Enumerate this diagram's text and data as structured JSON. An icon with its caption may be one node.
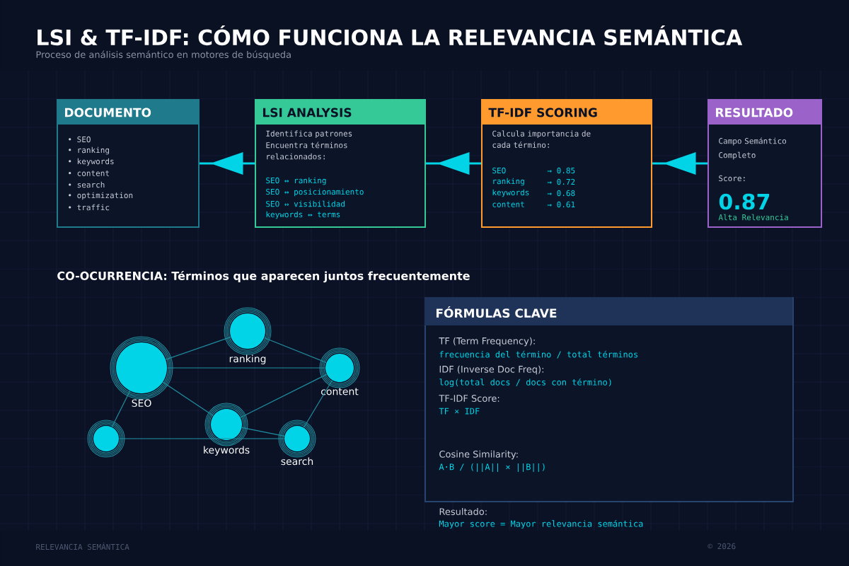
{
  "diagram": {
    "title": "LSI & TF-IDF: CÓMO FUNCIONA LA RELEVANCIA SEMÁNTICA",
    "nodes": [
      {
        "text": [
          "DOCUMENTO",
          "• SEO",
          "• ranking",
          "• keywords",
          "• content",
          "• search",
          "• optimization",
          "• traffic"
        ]
      },
      {
        "text": [
          "LSI ANALYSIS",
          "Identifica patrones",
          "Encuentra términos relacionados:",
          "SEO ↔ ranking",
          "SEO ↔ posicionamiento",
          "SEO ↔ visibilidad",
          "keywords ↔ terms"
        ]
      },
      {
        "text": [
          "TF-IDF SCORING",
          "Calcula importancia de cada término:",
          "SEO",
          "→ 0.85",
          "ranking",
          "→ 0.72",
          "keywords",
          "→ 0.68",
          "content",
          "→ 0.61"
        ]
      },
      {
        "text": [
          "RESULTADO",
          "Campo Semántico Completo",
          "Score:",
          "0.87",
          "Alta Relevancia"
        ]
      },
      {
        "text": [
          "SEO"
        ]
      },
      {
        "text": [
          "ranking"
        ]
      },
      {
        "text": [
          "content"
        ]
      },
      {
        "text": [
          "keywords"
        ]
      },
      {
        "text": [
          "search"
        ]
      },
      {
        "text": [],
        "shape": "circle"
      },
      {
        "text": [
          "FÓRMULAS CLAVE",
          "TF (Term Frequency):",
          "frecuencia del término / total términos",
          "IDF (Inverse Doc Freq):",
          "log(total docs / docs con término)",
          "TF-IDF Score:",
          "TF × IDF",
          "Cosine Similarity:",
          "A·B / (||A|| × ||B||)"
        ]
      }
    ],
    "edges": [
      {
        "from": 1,
        "to": 0,
        "arrow": "to",
        "style": "thick",
        "color": "#00d4e6"
      },
      {
        "from": 2,
        "to": 1,
        "arrow": "to",
        "style": "thick",
        "color": "#00d4e6"
      },
      {
        "from": 3,
        "to": 2,
        "arrow": "to",
        "style": "thick",
        "color": "#00d4e6"
      },
      {
        "from": 4,
        "to": 5,
        "arrow": "none"
      },
      {
        "from": 4,
        "to": 6,
        "arrow": "none"
      },
      {
        "from": 4,
        "to": 7,
        "arrow": "none"
      },
      {
        "from": 4,
        "to": 9,
        "arrow": "none"
      },
      {
        "from": 5,
        "to": 6,
        "arrow": "none"
      },
      {
        "from": 7,
        "to": 6,
        "arrow": "none"
      },
      {
        "from": 7,
        "to": 8,
        "arrow": "none"
      },
      {
        "from": 9,
        "to": 8,
        "arrow": "none"
      },
      {
        "from": 6,
        "to": 8,
        "arrow": "none"
      }
    ],
    "labels": [
      "Proceso de análisis semántico en motores de búsqueda",
      "CO-OCURRENCIA: Términos que aparecen juntos frecuentemente",
      "Resultado:",
      "Mayor score = Mayor relevancia semántica",
      "RELEVANCIA SEMÁNTICA",
      "© 2026"
    ]
  }
}
